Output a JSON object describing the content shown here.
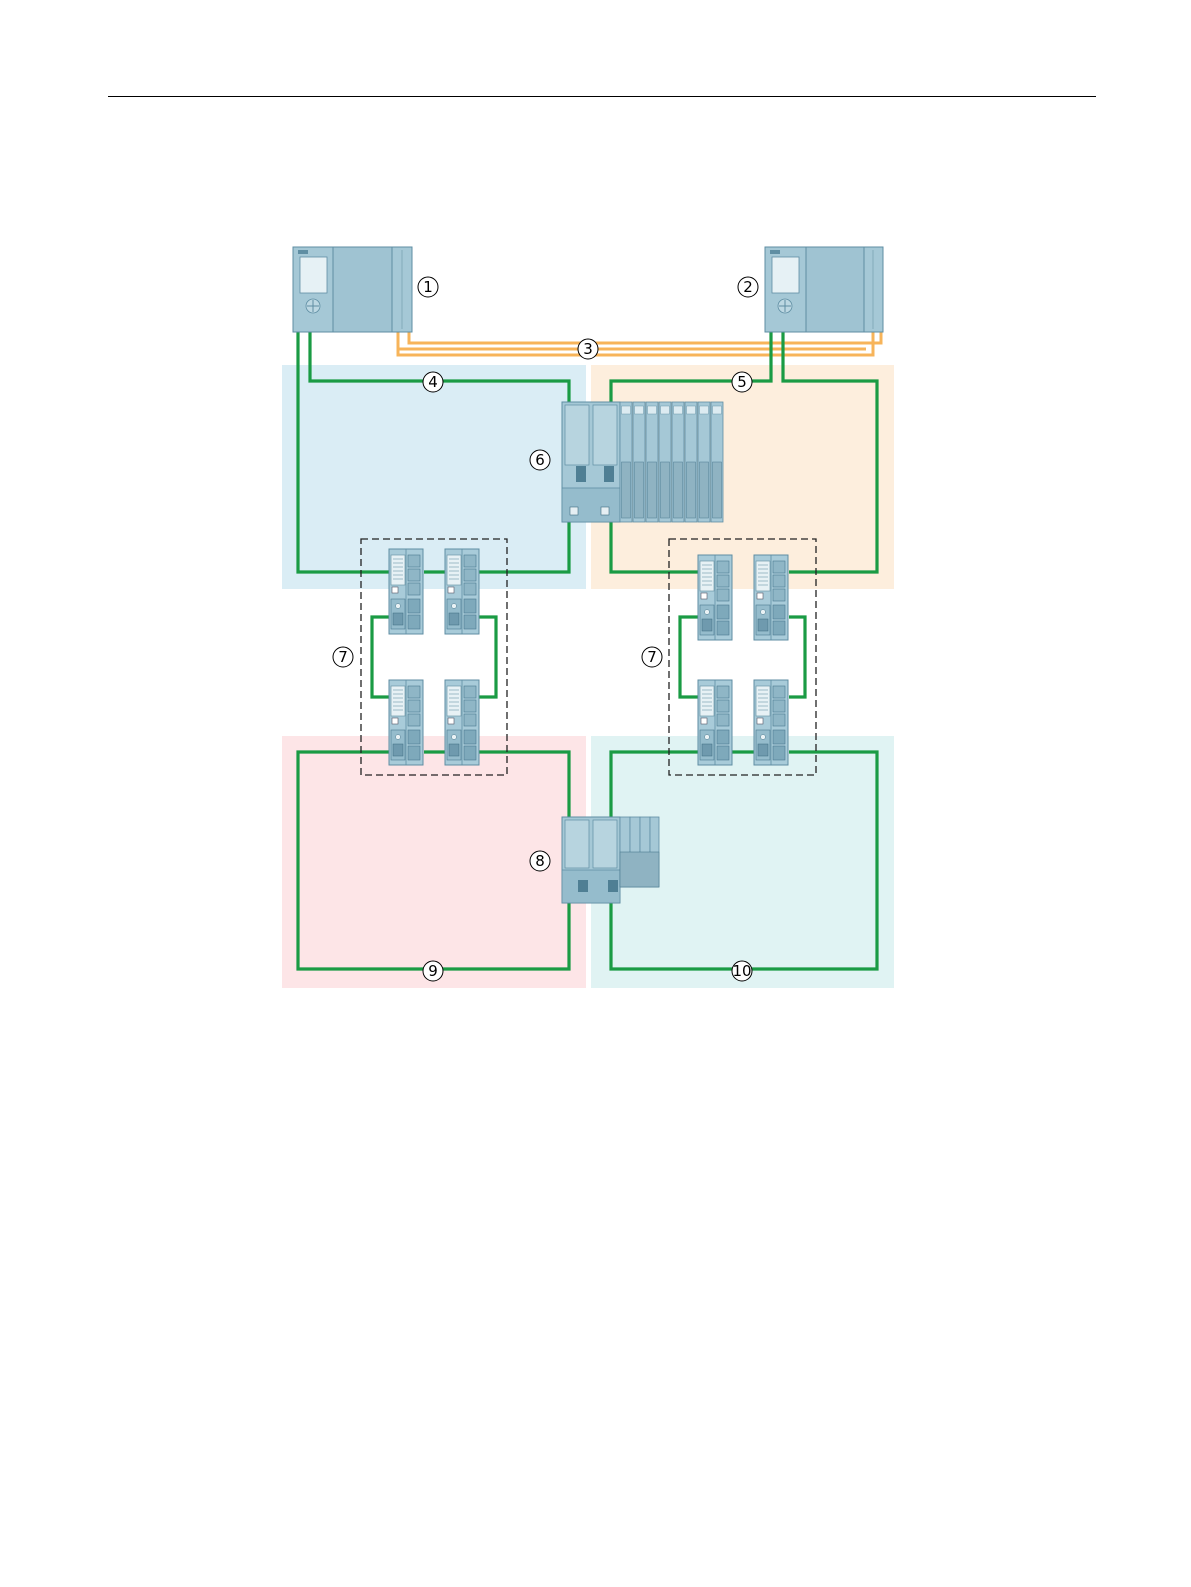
{
  "colors": {
    "ring_blue": "#daedf5",
    "ring_orange": "#fdeedd",
    "ring_red": "#fde5e7",
    "ring_teal": "#e0f3f3",
    "profinet_green": "#1a9b44",
    "sync_orange": "#f7b45a",
    "device_body": "#9fc3d2",
    "device_outline": "#5f8ea3"
  },
  "callouts": {
    "c1": "1",
    "c2": "2",
    "c3": "3",
    "c4": "4",
    "c5": "5",
    "c6": "6",
    "c7a": "7",
    "c7b": "7",
    "c8": "8",
    "c9": "9",
    "c10": "10"
  },
  "icons": {
    "cpu": "plc-cpu-icon",
    "switch": "network-switch-icon",
    "io_station": "distributed-io-icon"
  }
}
